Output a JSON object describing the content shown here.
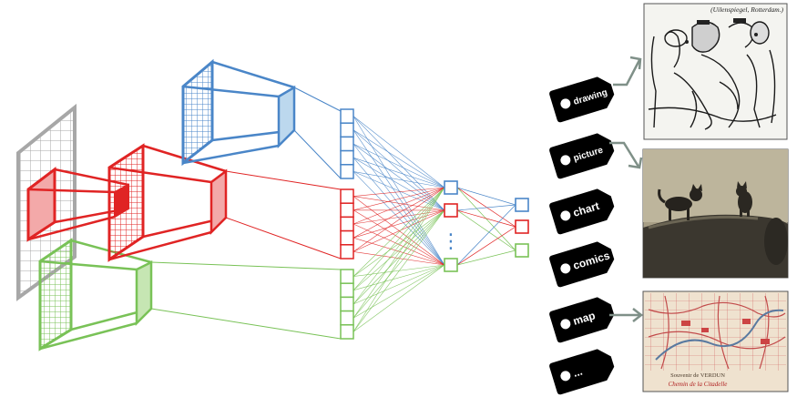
{
  "diagram": {
    "colors": {
      "blue": "#4a86c8",
      "blue_fill": "#bcd8ee",
      "red": "#e02424",
      "red_fill": "#f3a9a9",
      "green": "#79c257",
      "green_fill": "#c6e6b3",
      "grid": "#a7a7a7",
      "arrow": "#7f9088",
      "tag": "#000000"
    },
    "tags": [
      {
        "label": "drawing",
        "points_to_image": "drawing"
      },
      {
        "label": "picture",
        "points_to_image": "picture"
      },
      {
        "label": "chart",
        "points_to_image": null
      },
      {
        "label": "comics",
        "points_to_image": null
      },
      {
        "label": "map",
        "points_to_image": "map"
      },
      {
        "label": "...",
        "points_to_image": null
      }
    ],
    "images": {
      "drawing": {
        "caption": "(Uilenspiegel, Rotterdam.)",
        "icon": "cartoon-drawing-image"
      },
      "picture": {
        "icon": "cats-photo-image"
      },
      "map": {
        "caption_top": "Souvenir de VERDUN",
        "caption_bottom": "Chemin de la Citadelle",
        "icon": "city-map-image"
      }
    },
    "ellipsis": "⋮"
  }
}
